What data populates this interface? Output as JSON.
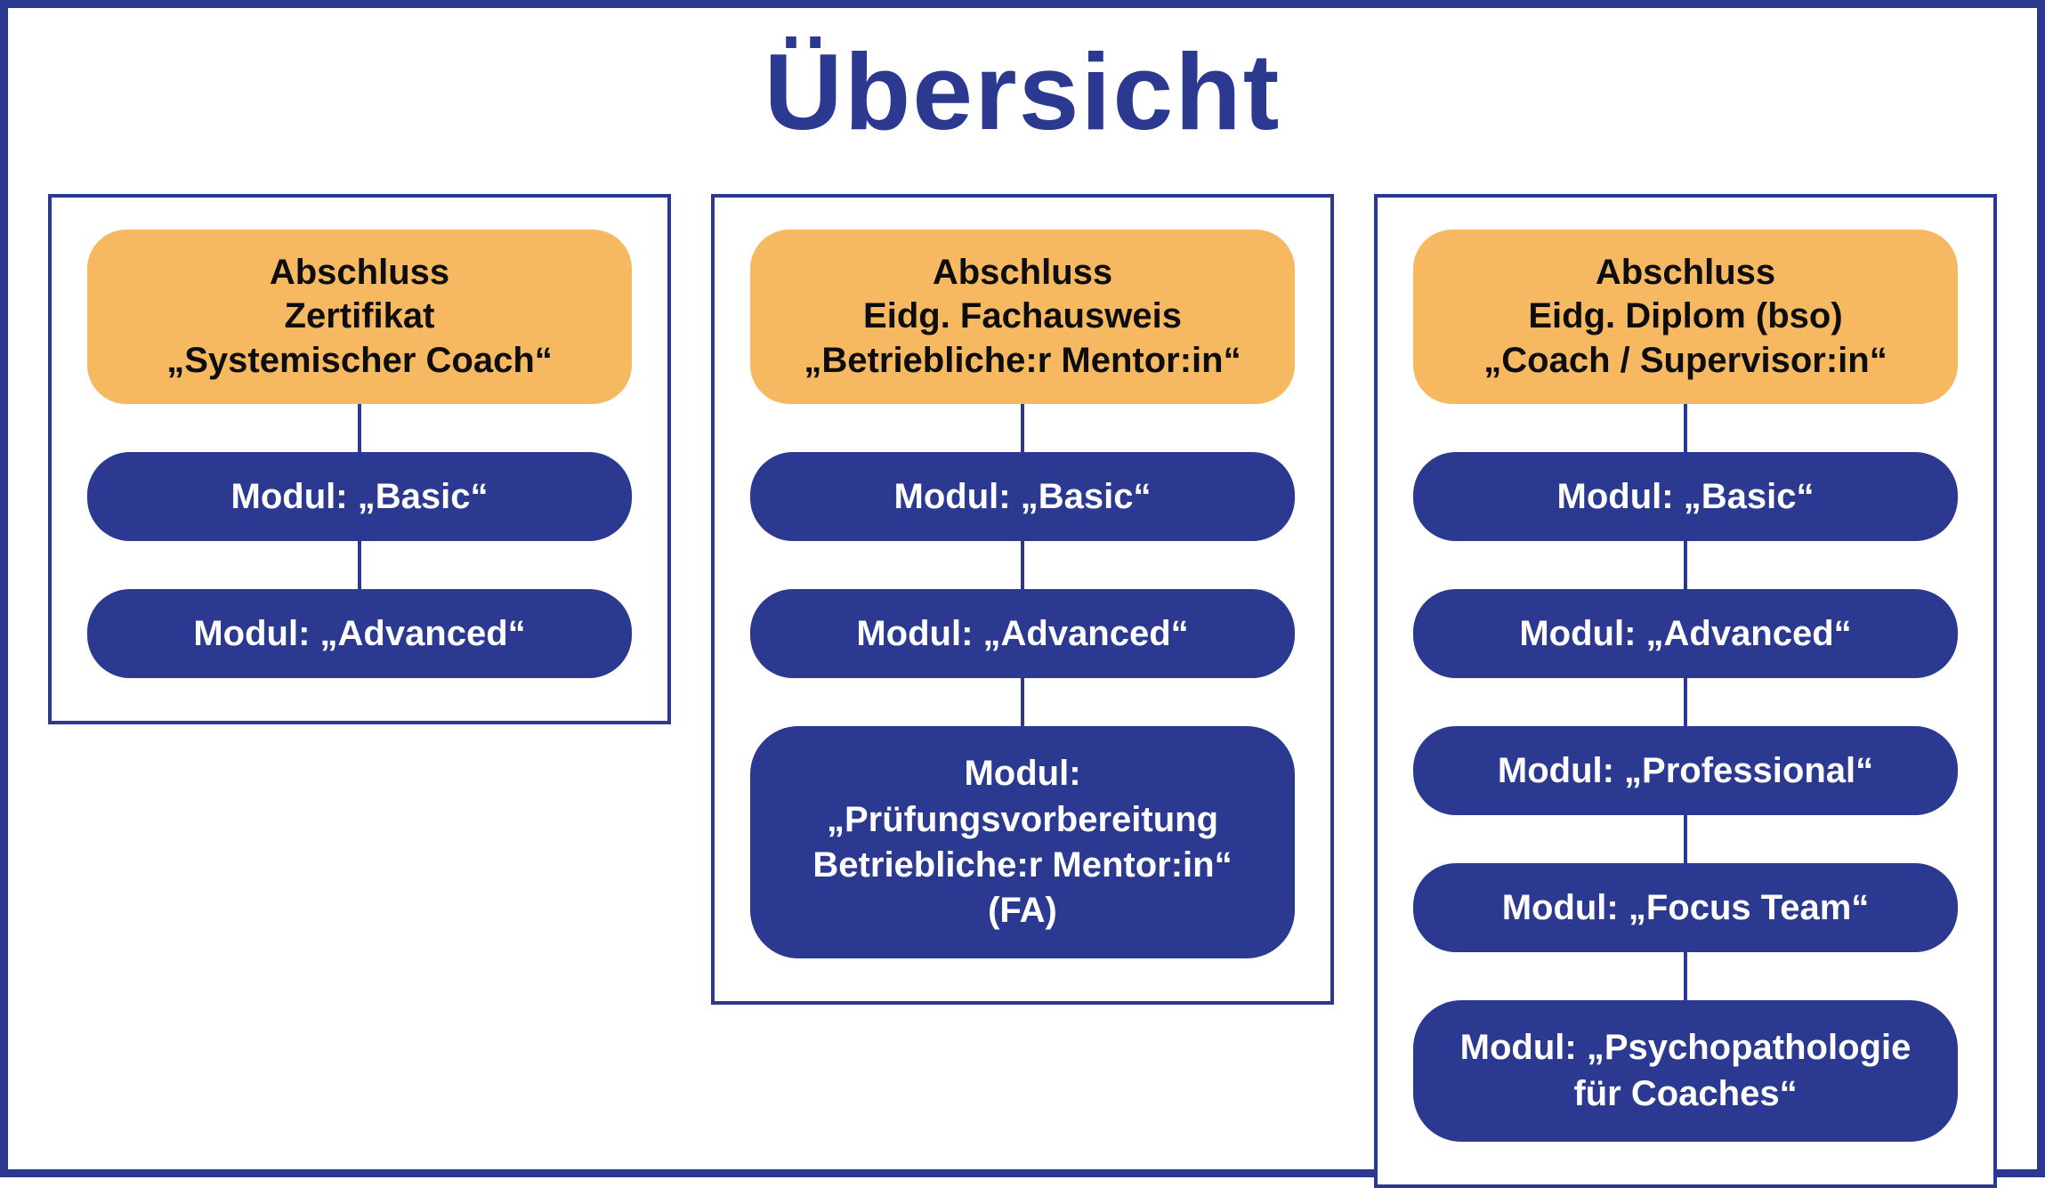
{
  "page": {
    "title": "Übersicht",
    "colors": {
      "primary_blue": "#2B3990",
      "accent_orange": "#F6B961",
      "text_on_orange": "#0D0D0D",
      "text_on_blue": "#FFFFFF",
      "background": "#FFFFFF"
    }
  },
  "columns": [
    {
      "header": {
        "lines": [
          "Abschluss",
          "Zertifikat",
          "„Systemischer Coach“"
        ]
      },
      "modules": [
        {
          "lines": [
            "Modul: „Basic“"
          ]
        },
        {
          "lines": [
            "Modul: „Advanced“"
          ]
        }
      ]
    },
    {
      "header": {
        "lines": [
          "Abschluss",
          "Eidg. Fachausweis",
          "„Betriebliche:r Mentor:in“"
        ]
      },
      "modules": [
        {
          "lines": [
            "Modul: „Basic“"
          ]
        },
        {
          "lines": [
            "Modul: „Advanced“"
          ]
        },
        {
          "lines": [
            "Modul:",
            "„Prüfungsvorbereitung",
            "Betriebliche:r Mentor:in“",
            "(FA)"
          ]
        }
      ]
    },
    {
      "header": {
        "lines": [
          "Abschluss",
          "Eidg. Diplom (bso)",
          "„Coach / Supervisor:in“"
        ]
      },
      "modules": [
        {
          "lines": [
            "Modul: „Basic“"
          ]
        },
        {
          "lines": [
            "Modul: „Advanced“"
          ]
        },
        {
          "lines": [
            "Modul: „Professional“"
          ]
        },
        {
          "lines": [
            "Modul: „Focus Team“"
          ]
        },
        {
          "lines": [
            "Modul: „Psychopathologie",
            "für Coaches“"
          ]
        }
      ]
    }
  ]
}
